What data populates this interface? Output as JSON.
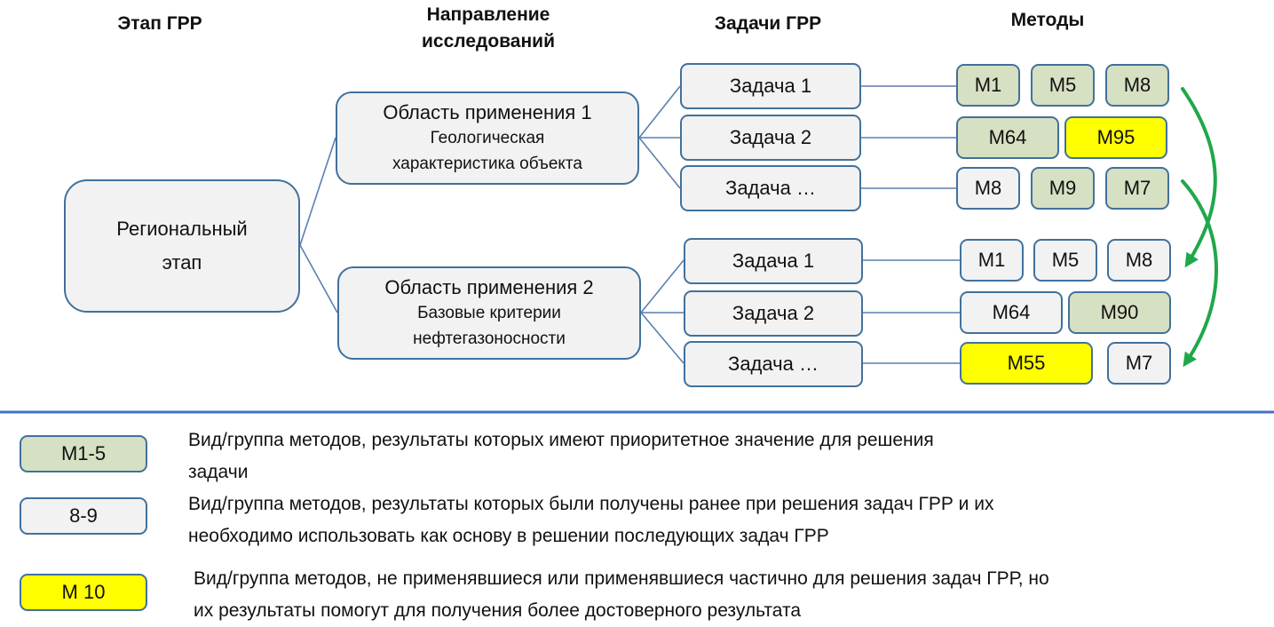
{
  "headers": {
    "stage": "Этап ГРР",
    "direction_line1": "Направление",
    "direction_line2": "исследований",
    "tasks": "Задачи ГРР",
    "methods": "Методы"
  },
  "stage": {
    "line1": "Региональный",
    "line2": "этап"
  },
  "areas": [
    {
      "title": "Область применения 1",
      "subtitle_line1": "Геологическая",
      "subtitle_line2": "характеристика объекта",
      "tasks": [
        {
          "label": "Задача 1",
          "methods": [
            {
              "label": "M1",
              "type": "priority"
            },
            {
              "label": "M5",
              "type": "priority"
            },
            {
              "label": "M8",
              "type": "priority"
            }
          ]
        },
        {
          "label": "Задача 2",
          "methods": [
            {
              "label": "M64",
              "type": "priority"
            },
            {
              "label": "M95",
              "type": "new"
            }
          ]
        },
        {
          "label": "Задача …",
          "methods": [
            {
              "label": "M8",
              "type": "previous"
            },
            {
              "label": "M9",
              "type": "priority"
            },
            {
              "label": "M7",
              "type": "priority"
            }
          ]
        }
      ]
    },
    {
      "title": "Область применения 2",
      "subtitle_line1": "Базовые критерии",
      "subtitle_line2": "нефтегазоносности",
      "tasks": [
        {
          "label": "Задача 1",
          "methods": [
            {
              "label": "M1",
              "type": "previous"
            },
            {
              "label": "M5",
              "type": "previous"
            },
            {
              "label": "M8",
              "type": "previous"
            }
          ]
        },
        {
          "label": "Задача 2",
          "methods": [
            {
              "label": "M64",
              "type": "previous"
            },
            {
              "label": "M90",
              "type": "priority"
            }
          ]
        },
        {
          "label": "Задача …",
          "methods": [
            {
              "label": "M55",
              "type": "new"
            },
            {
              "label": "M7",
              "type": "previous"
            }
          ]
        }
      ]
    }
  ],
  "legend": [
    {
      "sample": "M1-5",
      "type": "priority",
      "line1": "Вид/группа методов,  результаты которых имеют приоритетное значение для решения",
      "line2": "задачи"
    },
    {
      "sample": "8-9",
      "type": "previous",
      "line1": "Вид/группа методов,  результаты которых были получены ранее при решения задач ГРР и их",
      "line2": "необходимо использовать как основу в решении последующих задач ГРР"
    },
    {
      "sample": "M 10",
      "type": "new",
      "line1": "Вид/группа методов,  не применявшиеся или применявшиеся частично для решения задач ГРР, но",
      "line2": "их результаты помогут для получения более достоверного результата"
    }
  ],
  "colors": {
    "priority": "#d6e0c2",
    "previous": "#f2f2f2",
    "new": "#ffff00",
    "border": "#41719c",
    "connector": "#5b7fae",
    "separator": "#4472c4",
    "arrows": "#1fa84a"
  }
}
